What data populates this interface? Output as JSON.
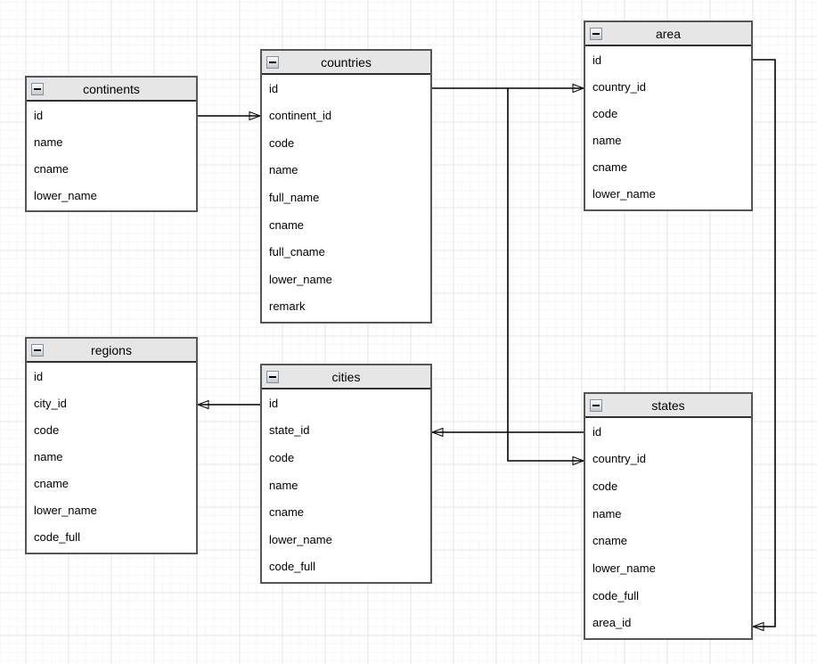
{
  "diagram": {
    "type": "entity-relationship",
    "tables": [
      {
        "title": "continents",
        "fields": [
          "id",
          "name",
          "cname",
          "lower_name"
        ]
      },
      {
        "title": "countries",
        "fields": [
          "id",
          "continent_id",
          "code",
          "name",
          "full_name",
          "cname",
          "full_cname",
          "lower_name",
          "remark"
        ]
      },
      {
        "title": "area",
        "fields": [
          "id",
          "country_id",
          "code",
          "name",
          "cname",
          "lower_name"
        ]
      },
      {
        "title": "regions",
        "fields": [
          "id",
          "city_id",
          "code",
          "name",
          "cname",
          "lower_name",
          "code_full"
        ]
      },
      {
        "title": "cities",
        "fields": [
          "id",
          "state_id",
          "code",
          "name",
          "cname",
          "lower_name",
          "code_full"
        ]
      },
      {
        "title": "states",
        "fields": [
          "id",
          "country_id",
          "code",
          "name",
          "cname",
          "lower_name",
          "code_full",
          "area_id"
        ]
      }
    ],
    "connections": [
      {
        "from": "continents.id",
        "to": "countries.continent_id"
      },
      {
        "from": "countries.id",
        "to": "area.country_id"
      },
      {
        "from": "countries.id",
        "to": "states.country_id"
      },
      {
        "from": "cities.id",
        "to": "regions.city_id"
      },
      {
        "from": "states.id",
        "to": "cities.state_id"
      },
      {
        "from": "area.id",
        "to": "states.area_id"
      }
    ],
    "icons": {
      "collapse": "minus-square"
    },
    "colors": {
      "background": "#ffffff",
      "grid_minor": "#f6f6f8",
      "grid_major": "#e7e7ea",
      "table_border": "#565656",
      "header_fill": "#e6e6e6",
      "header_separator": "#303030",
      "connector": "#000000",
      "collapse_border": "#8093a6"
    }
  }
}
